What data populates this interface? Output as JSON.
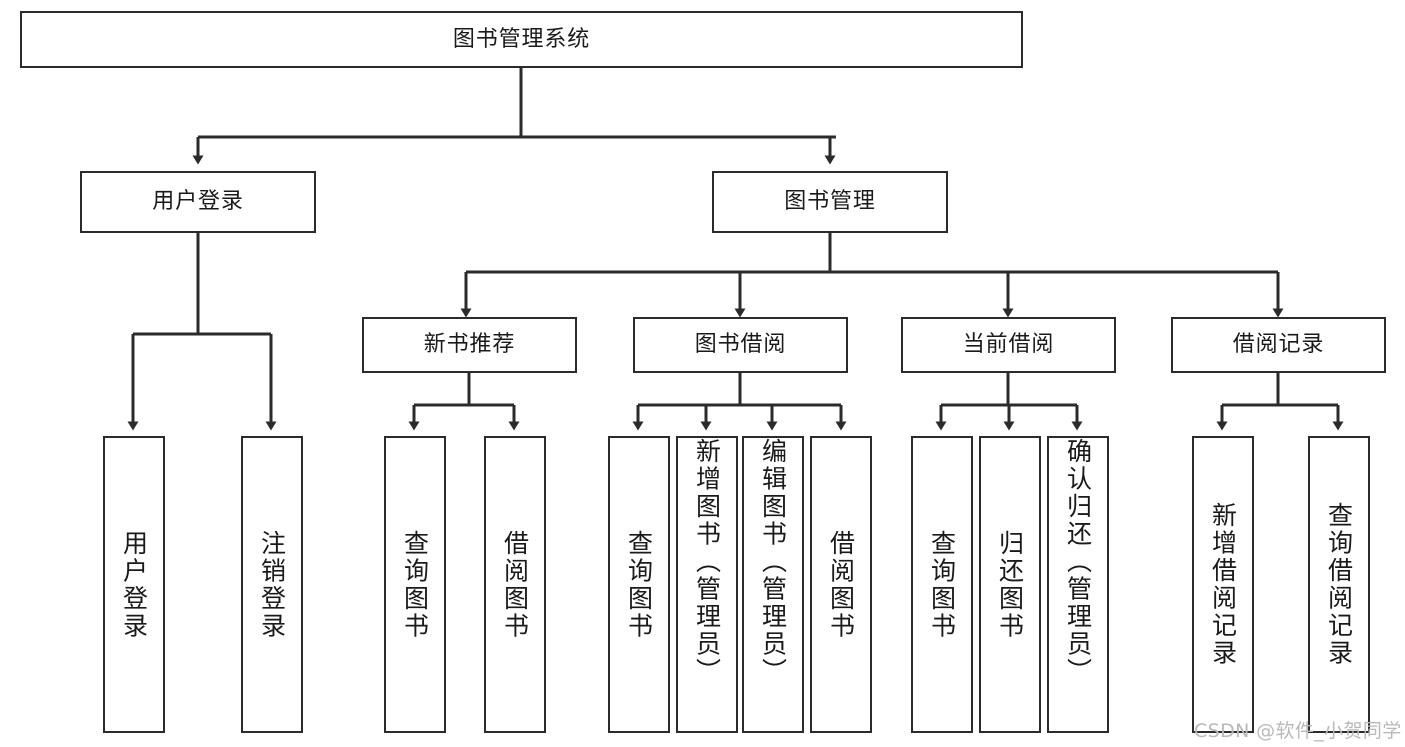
{
  "diagram": {
    "type": "tree",
    "title": "图书管理系统",
    "root": {
      "label": "图书管理系统"
    },
    "level1": [
      {
        "label": "用户登录"
      },
      {
        "label": "图书管理"
      }
    ],
    "level2": [
      {
        "label": "新书推荐"
      },
      {
        "label": "图书借阅"
      },
      {
        "label": "当前借阅"
      },
      {
        "label": "借阅记录"
      }
    ],
    "leaves": {
      "user_login": [
        {
          "label": "用户登录"
        },
        {
          "label": "注销登录"
        }
      ],
      "new_book_recommend": [
        {
          "label": "查询图书"
        },
        {
          "label": "借阅图书"
        }
      ],
      "book_borrow": [
        {
          "label": "查询图书"
        },
        {
          "label": "新增图书（管理员）"
        },
        {
          "label": "编辑图书（管理员）"
        },
        {
          "label": "借阅图书"
        }
      ],
      "current_borrow": [
        {
          "label": "查询图书"
        },
        {
          "label": "归还图书"
        },
        {
          "label": "确认归还（管理员）"
        }
      ],
      "borrow_record": [
        {
          "label": "新增借阅记录"
        },
        {
          "label": "查询借阅记录"
        }
      ]
    }
  },
  "watermark": {
    "text": "CSDN @软件_小贺同学"
  },
  "colors": {
    "border": "#2b2b2b",
    "text": "#1a1a1a",
    "background": "#ffffff",
    "watermark": "#b9b9b9"
  }
}
